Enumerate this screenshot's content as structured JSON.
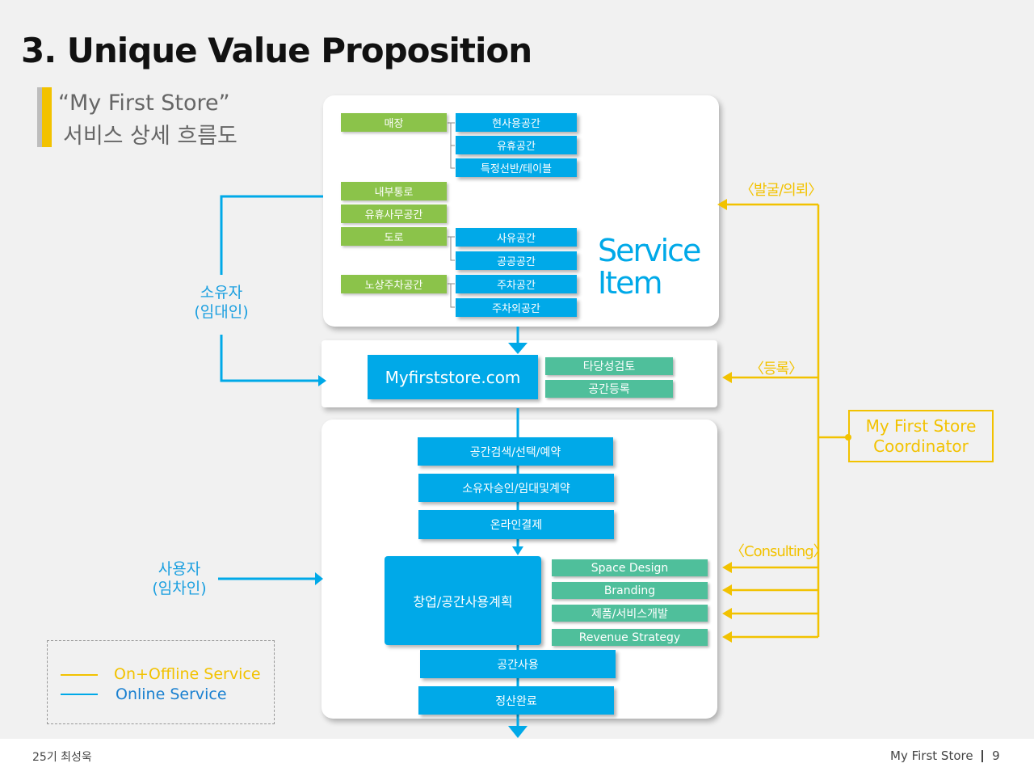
{
  "title": "3. Unique Value Proposition",
  "subtitle": {
    "line1": "“My First Store”",
    "line2": "서비스 상세 흐름도"
  },
  "service_item": {
    "label_line1": "Service",
    "label_line2": "Item",
    "categories": [
      "매장",
      "내부통로",
      "유휴사무공간",
      "도로",
      "노상주차공간"
    ],
    "items": [
      "현사용공간",
      "유휴공간",
      "특정선반/테이블",
      "사유공간",
      "공공공간",
      "주차공간",
      "주차외공간"
    ]
  },
  "site": {
    "name": "Myfirststore.com",
    "tasks": [
      "타당성검토",
      "공간등록"
    ]
  },
  "process": {
    "steps": [
      "공간검색/선택/예약",
      "소유자승인/임대및계약",
      "온라인결제"
    ],
    "planning": "창업/공간사용계획",
    "consulting_items": [
      "Space Design",
      "Branding",
      "제품/서비스개발",
      "Revenue Strategy"
    ],
    "final_steps": [
      "공간사용",
      "정산완료"
    ]
  },
  "actors": {
    "owner_line1": "소유자",
    "owner_line2": "(임대인)",
    "user_line1": "사용자",
    "user_line2": "(임차인)",
    "coordinator_line1": "My First Store",
    "coordinator_line2": "Coordinator"
  },
  "coordinator_labels": {
    "discover": "〈발굴/의뢰〉",
    "register": "〈등록〉",
    "consulting": "〈Consulting〉"
  },
  "legend": {
    "offline": "On+Offline Service",
    "online": "Online Service"
  },
  "footer": {
    "author": "25기 최성욱",
    "brand": "My First Store",
    "page": "9"
  },
  "colors": {
    "online_blue": "#00a9e8",
    "offline_yellow": "#f2c200",
    "green": "#8bc34a",
    "teal": "#4fbf9b"
  }
}
